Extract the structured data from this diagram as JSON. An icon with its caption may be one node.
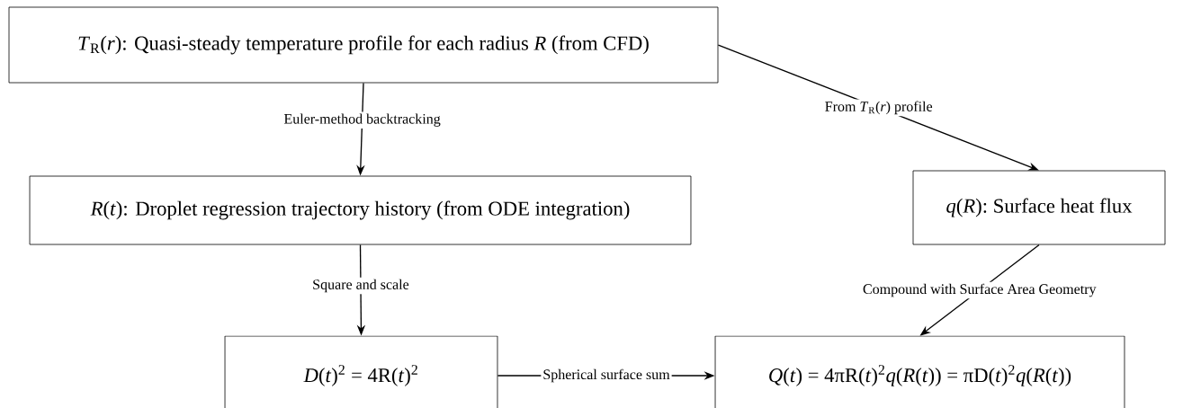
{
  "diagram": {
    "nodes": [
      {
        "text": [
          "*T*$_{R}$(*r*): Quasi-steady temperature profile for each radius *R* (from CFD)"
        ]
      },
      {
        "text": [
          "*R*(*t*): Droplet regression trajectory history (from ODE integration)"
        ]
      },
      {
        "text": [
          "*q*(*R*): Surface heat flux"
        ]
      },
      {
        "text": [
          "*D*(*t*)$^{2}$ = 4R(*t*)$^{2}$"
        ]
      },
      {
        "text": [
          "*Q*(*t*) = 4πR(*t*)$^{2}$*q*(*R*(*t*)) = πD(*t*)$^{2}$*q*(*R*(*t*))"
        ]
      }
    ],
    "edges": [
      {
        "from": 0,
        "to": 1,
        "arrow": "to",
        "label": "Euler-method backtracking"
      },
      {
        "from": 0,
        "to": 2,
        "arrow": "to",
        "label": "From *T*$_{R}$(*r*) profile"
      },
      {
        "from": 1,
        "to": 3,
        "arrow": "to",
        "label": "Square and scale"
      },
      {
        "from": 2,
        "to": 4,
        "arrow": "to",
        "label": "Compound with Surface Area Geometry"
      },
      {
        "from": 3,
        "to": 4,
        "arrow": "to",
        "label": "Spherical surface sum"
      }
    ]
  }
}
